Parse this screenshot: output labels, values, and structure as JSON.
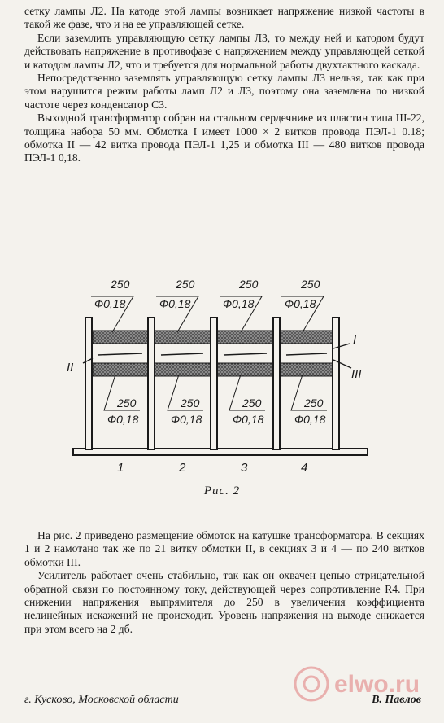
{
  "text_top": [
    {
      "indent": false,
      "text": "сетку лампы Л2. На катоде этой лампы возникает напряжение низкой частоты в такой же фазе, что и на ее управляющей сетке."
    },
    {
      "indent": true,
      "text": "Если заземлить управляющую сетку лампы Л3, то между ней и катодом будут действовать напряжение в противофазе с напряжением между управляющей сеткой и катодом лампы Л2, что и требуется для нормальной работы двухтактного каскада."
    },
    {
      "indent": true,
      "text": "Непосредственно заземлять управляющую сетку лампы Л3 нельзя, так как при этом нарушится режим работы ламп Л2 и Л3, поэтому она заземлена по низкой частоте через конденсатор С3."
    },
    {
      "indent": true,
      "text": "Выходной трансформатор собран на стальном сердечнике из пластин типа Ш-22, толщина набора 50 мм. Обмотка I имеет 1000 × 2 витков провода ПЭЛ-1 0.18; обмотка II — 42 витка провода ПЭЛ-1 1,25 и обмотка III — 480 витков провода ПЭЛ-1 0,18."
    }
  ],
  "figure": {
    "top_turns": [
      "250",
      "250",
      "250",
      "250"
    ],
    "top_wire": [
      "Ф0,18",
      "Ф0,18",
      "Ф0,18",
      "Ф0,18"
    ],
    "bottom_turns": [
      "250",
      "250",
      "250",
      "250"
    ],
    "bottom_wire": [
      "Ф0,18",
      "Ф0,18",
      "Ф0,18",
      "Ф0,18"
    ],
    "section_numbers": [
      "1",
      "2",
      "3",
      "4"
    ],
    "winding_labels": {
      "left": "II",
      "right_upper": "I",
      "right_lower": "III"
    },
    "caption": "Рис. 2"
  },
  "text_bottom": [
    {
      "indent": true,
      "text": "На рис. 2 приведено размещение обмоток на катушке трансформатора. В секциях 1 и 2 намотано так же по 21 витку обмотки II, в секциях 3 и 4 — по 240 витков обмотки III."
    },
    {
      "indent": true,
      "text": "Усилитель работает очень стабильно, так как он охвачен цепью отрицательной обратной связи по постоянному току, действующей через сопротивление R4. При снижении напряжения выпрямителя до 250 в увеличения коэффициента нелинейных искажений не происходит. Уровень напряжения на выходе снижается при этом всего на 2 дб."
    }
  ],
  "signature": {
    "place": "г. Кусково, Московской области",
    "author": "В. Павлов"
  },
  "watermark": {
    "text": "elwo.ru",
    "color": "#e07a7a"
  }
}
